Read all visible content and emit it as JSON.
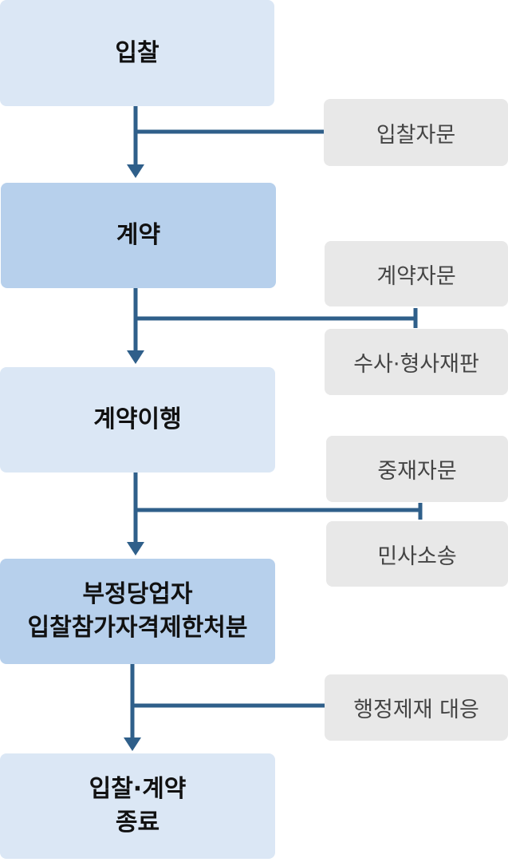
{
  "colors": {
    "main_light": "#dbe7f5",
    "main_dark": "#b7d0ec",
    "side": "#e8e8e8",
    "connector": "#2f5f8a"
  },
  "stages": {
    "bidding": "입찰",
    "contract": "계약",
    "performance": "계약이행",
    "sanction_line1": "부정당업자",
    "sanction_line2": "입찰참가자격제한처분",
    "end_line1": "입찰·계약",
    "end_line2": "종료"
  },
  "side_services": {
    "bid_advice": "입찰자문",
    "contract_advice": "계약자문",
    "litigation": "수사·형사재판",
    "arbitration_advice": "중재자문",
    "civil_suit": "민사소송",
    "sanction_response": "행정제재 대응"
  }
}
